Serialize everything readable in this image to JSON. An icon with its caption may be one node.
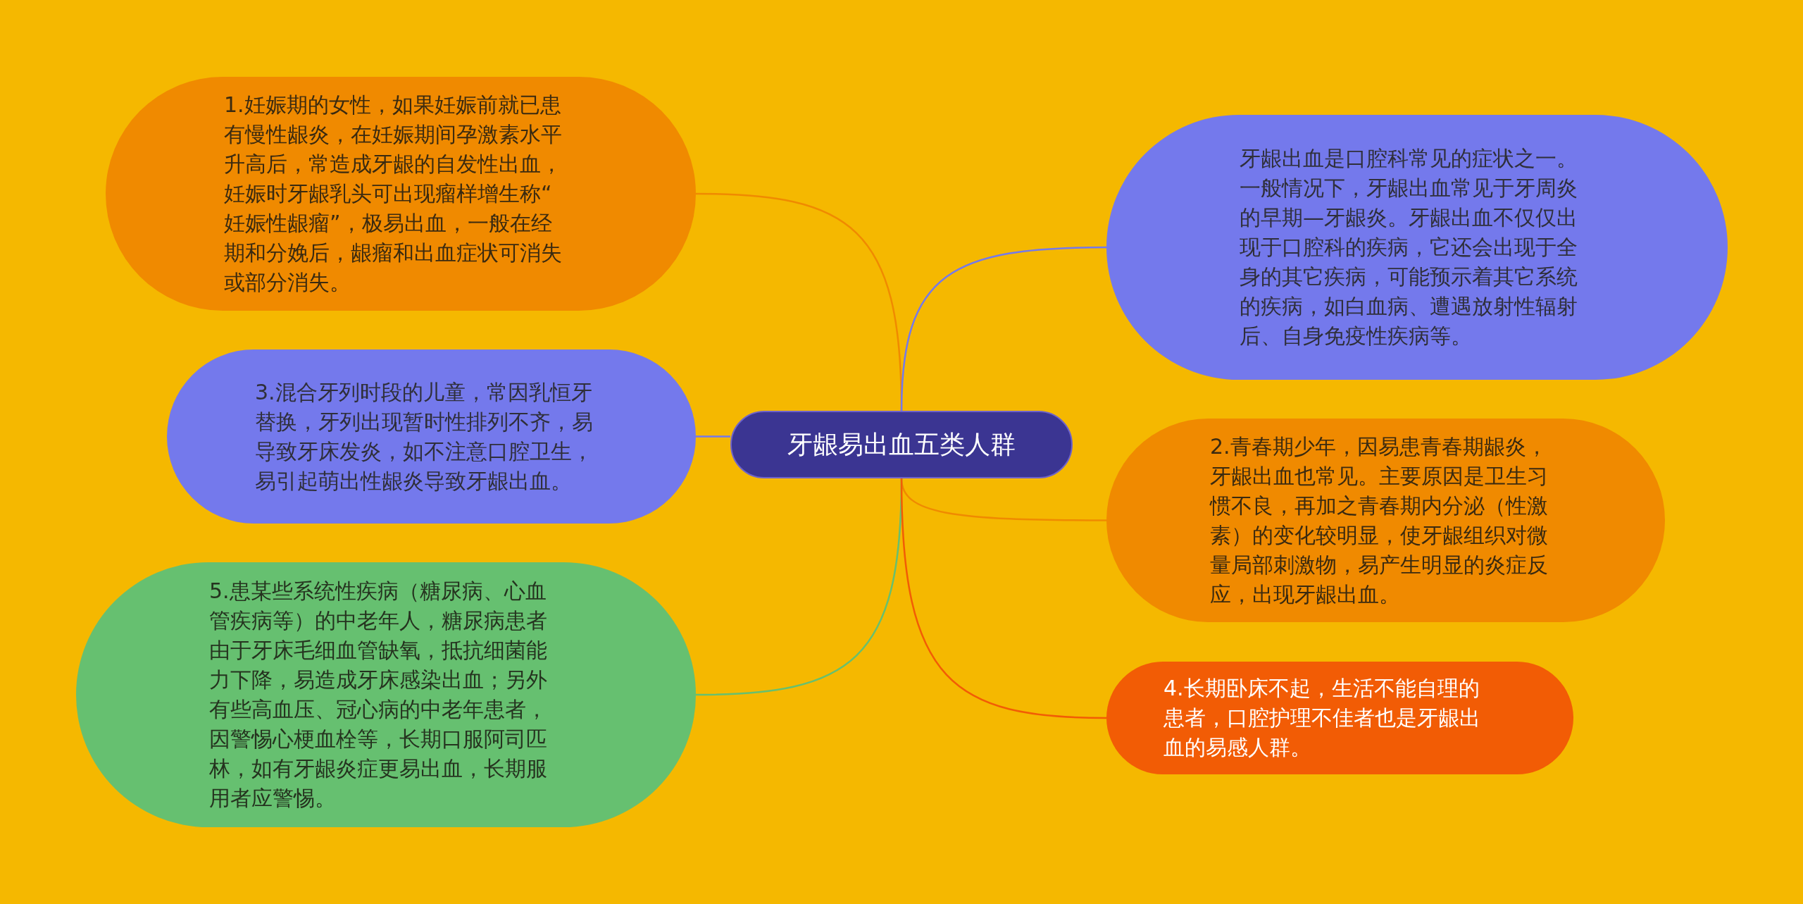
{
  "diagram": {
    "nodes": [
      {
        "text": [
          "牙龈易出血五类人群"
        ]
      },
      {
        "text": [
          "1.妊娠期的女性，如果妊娠前就已患有慢性龈炎，在妊娠期间孕激素水平升高后，常造成牙龈的自发性出血，妊娠时牙龈乳头可出现瘤样增生称“妊娠性龈瘤”，极易出血，一般在经期和分娩后，龈瘤和出血症状可消失或部分消失。"
        ]
      },
      {
        "text": [
          "牙龈出血是口腔科常见的症状之一。一般情况下，牙龈出血常见于牙周炎的早期—牙龈炎。牙龈出血不仅仅出现于口腔科的疾病，它还会出现于全身的其它疾病，可能预示着其它系统的疾病，如白血病、遭遇放射性辐射后、自身免疫性疾病等。"
        ]
      },
      {
        "text": [
          "3.混合牙列时段的儿童，常因乳恒牙替换，牙列出现暂时性排列不齐，易导致牙床发炎，如不注意口腔卫生，易引起萌出性龈炎导致牙龈出血。"
        ]
      },
      {
        "text": [
          "2.青春期少年，因易患青春期龈炎，牙龈出血也常见。主要原因是卫生习惯不良，再加之青春期内分泌（性激素）的变化较明显，使牙龈组织对微量局部刺激物，易产生明显的炎症反应，出现牙龈出血。"
        ]
      },
      {
        "text": [
          "5.患某些系统性疾病（糖尿病、心血管疾病等）的中老年人，糖尿病患者由于牙床毛细血管缺氧，抵抗细菌能力下降，易造成牙床感染出血；另外有些高血压、冠心病的中老年患者，因警惕心梗血栓等，长期口服阿司匹林，如有牙龈炎症更易出血，长期服用者应警惕。"
        ]
      },
      {
        "text": [
          "4.长期卧床不起，生活不能自理的患者，口腔护理不佳者也是牙龈出血的易感人群。"
        ]
      }
    ],
    "edges": [
      {
        "from": 0,
        "to": 1,
        "arrow": "none",
        "color": "#f08a00"
      },
      {
        "from": 0,
        "to": 2,
        "arrow": "none",
        "color": "#7479ec"
      },
      {
        "from": 0,
        "to": 3,
        "arrow": "none",
        "color": "#7479ec"
      },
      {
        "from": 0,
        "to": 4,
        "arrow": "none",
        "color": "#f08a00"
      },
      {
        "from": 0,
        "to": 5,
        "arrow": "none",
        "color": "#66c070"
      },
      {
        "from": 0,
        "to": 6,
        "arrow": "none",
        "color": "#f25c05"
      }
    ]
  }
}
